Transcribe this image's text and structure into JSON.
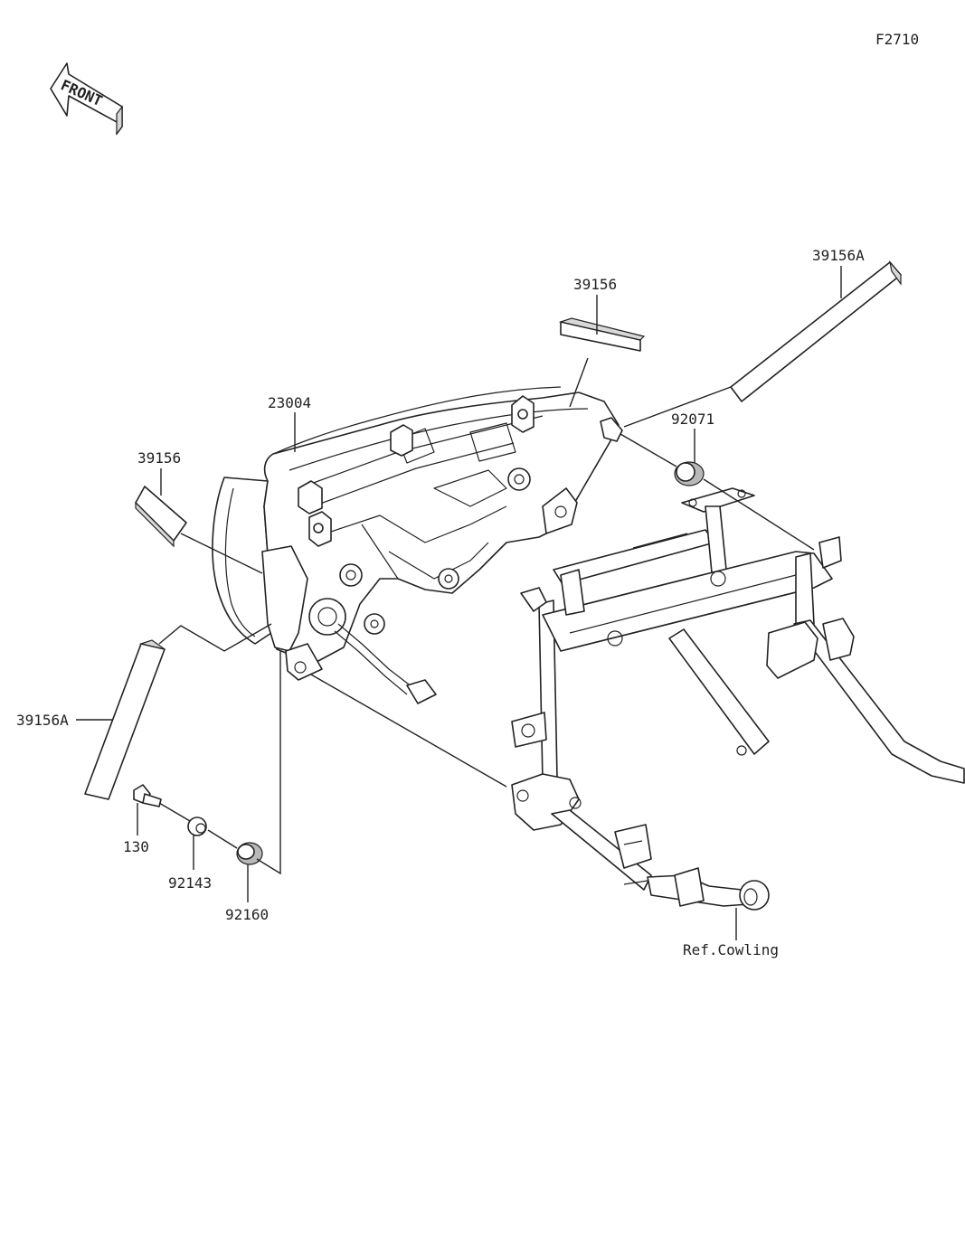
{
  "diagram_code": "F2710",
  "front_badge": "FRONT",
  "labels": {
    "p39156A_top": "39156A",
    "p39156_top": "39156",
    "p23004": "23004",
    "p92071": "92071",
    "p39156_left": "39156",
    "p39156A_left": "39156A",
    "p130": "130",
    "p92143": "92143",
    "p92160": "92160",
    "ref_cowling": "Ref.Cowling"
  }
}
